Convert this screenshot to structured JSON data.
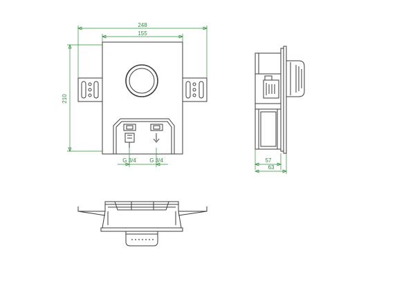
{
  "dimension_color": "#2e8b3a",
  "line_color": "#3a3a3a",
  "front_view": {
    "overall_width_label": "248",
    "box_width_label": "155",
    "height_label": "210",
    "outlet_left_label": "G 3/4",
    "outlet_right_label": "G 3/4"
  },
  "side_view": {
    "depth_inner_label": "57",
    "depth_outer_label": "63"
  }
}
